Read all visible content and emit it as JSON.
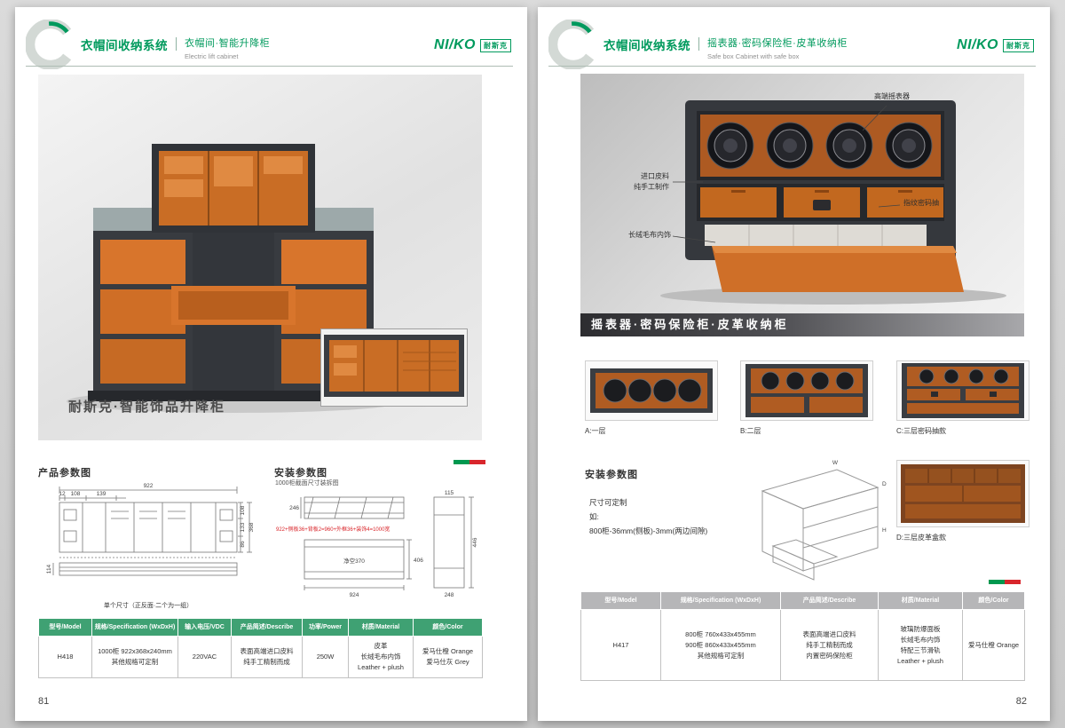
{
  "brand": {
    "logo_en": "NI/KO",
    "logo_cn": "耐斯克"
  },
  "left_page": {
    "page_number": "81",
    "header": {
      "system": "衣帽间收纳系统",
      "category": "衣帽间·智能升降柜",
      "category_en": "Electric lift cabinet"
    },
    "hero_caption": "耐斯克·智能饰品升降柜",
    "product_params": {
      "title": "产品参数图",
      "caption": "单个尺寸（正反面·二个为一组）",
      "dims": {
        "total_width": "922",
        "seg1": "12",
        "seg2": "108",
        "seg3": "139",
        "right1": "108",
        "right2": "133",
        "right3": "86",
        "right_total": "368",
        "profile_height": "114"
      }
    },
    "install_params": {
      "title": "安装参数图",
      "subtitle": "1000柜截面尺寸装拆图",
      "formula": "922+侧板36+背板2=960+外框36+装饰4=1000宽",
      "dims": {
        "top_profile": "246",
        "depth": "406",
        "bottom_width": "924",
        "clearance": "净空370",
        "col_top": "115",
        "col_right": "446",
        "col_bottom": "248"
      }
    },
    "table": {
      "headers": [
        "型号/Model",
        "规格/Specification (WxDxH)",
        "输入电压/VDC",
        "产品简述/Describe",
        "功率/Power",
        "材质/Material",
        "颜色/Color"
      ],
      "row": [
        "H418",
        "1000柜 922x368x240mm\n其他规格可定制",
        "220VAC",
        "表面高端进口皮料\n纯手工精制而成",
        "250W",
        "皮革\n长绒毛布内饰\nLeather + plush",
        "爱马仕橙 Orange\n爱马仕灰 Grey"
      ]
    }
  },
  "right_page": {
    "page_number": "82",
    "header": {
      "system": "衣帽间收纳系统",
      "category": "摇表器·密码保险柜·皮革收纳柜",
      "category_en": "Safe box Cabinet with safe box"
    },
    "hero_caption": "摇表器·密码保险柜·皮革收纳柜",
    "annotations": {
      "winder": "高端摇表器",
      "leather": "进口皮料\n纯手工制作",
      "fingerprint": "指纹密码抽",
      "plush": "长绒毛布内饰"
    },
    "thumbs": [
      {
        "label": "A:一层"
      },
      {
        "label": "B:二层"
      },
      {
        "label": "C:三层密码抽款"
      }
    ],
    "install_params": {
      "title": "安装参数图",
      "note": "尺寸可定制\n如:\n800柜-36mm(侧板)-3mm(两边间隙)",
      "axis_w": "W",
      "axis_d": "D",
      "axis_h": "H"
    },
    "thumb_d_label": "D:三层皮革盒款",
    "table": {
      "headers": [
        "型号/Model",
        "规格/Specification (WxDxH)",
        "产品简述/Describe",
        "材质/Material",
        "颜色/Color"
      ],
      "row": [
        "H417",
        "800柜 760x433x455mm\n900柜 860x433x455mm\n其他规格可定制",
        "表面高端进口皮料\n纯手工精制而成\n内置密码保险柜",
        "玻璃防爆面板\n长绒毛布内饰\n特配三节滑轨\nLeather + plush",
        "爱马仕橙 Orange"
      ]
    }
  }
}
